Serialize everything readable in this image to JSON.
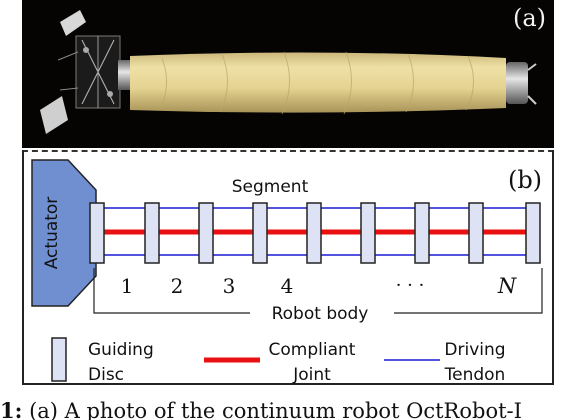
{
  "figure": {
    "panel_a_label": "(a)",
    "panel_b_label": "(b)",
    "actuator_label": "Actuator",
    "segment_label": "Segment",
    "disc_numbers": [
      "1",
      "2",
      "3",
      "4"
    ],
    "ellipsis": "· · ·",
    "last_disc_label": "N",
    "robot_body_label": "Robot body",
    "legend": {
      "guiding_disc": [
        "Guiding",
        "Disc"
      ],
      "compliant_joint": [
        "Compliant",
        "Joint"
      ],
      "driving_tendon": [
        "Driving",
        "Tendon"
      ]
    },
    "colors": {
      "actuator_fill": "#6f8fd0",
      "disc_fill": "#dde3f5",
      "joint": "#e81010",
      "tendon": "#1a1ad6"
    }
  },
  "caption": {
    "fig_label": "1:",
    "text": "(a) A photo of the continuum robot OctRobot-I"
  }
}
